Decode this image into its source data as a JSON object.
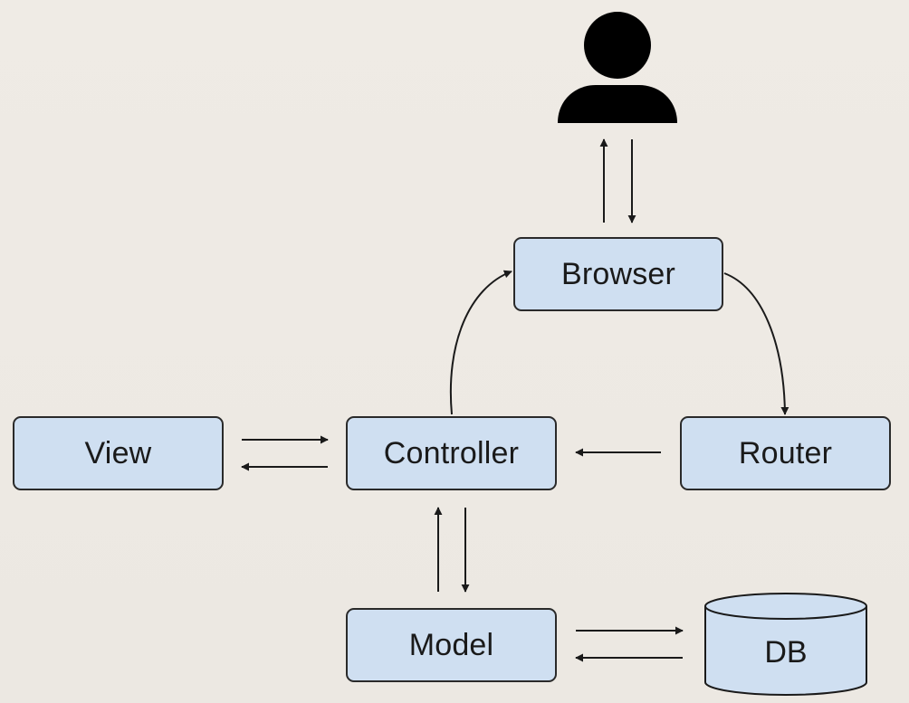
{
  "nodes": {
    "browser": "Browser",
    "view": "View",
    "controller": "Controller",
    "router": "Router",
    "model": "Model",
    "db": "DB"
  },
  "icons": {
    "user": "user-icon"
  },
  "colors": {
    "background": "#ede9e3",
    "node_fill": "#cfdff1",
    "stroke": "#1a1a1a"
  }
}
